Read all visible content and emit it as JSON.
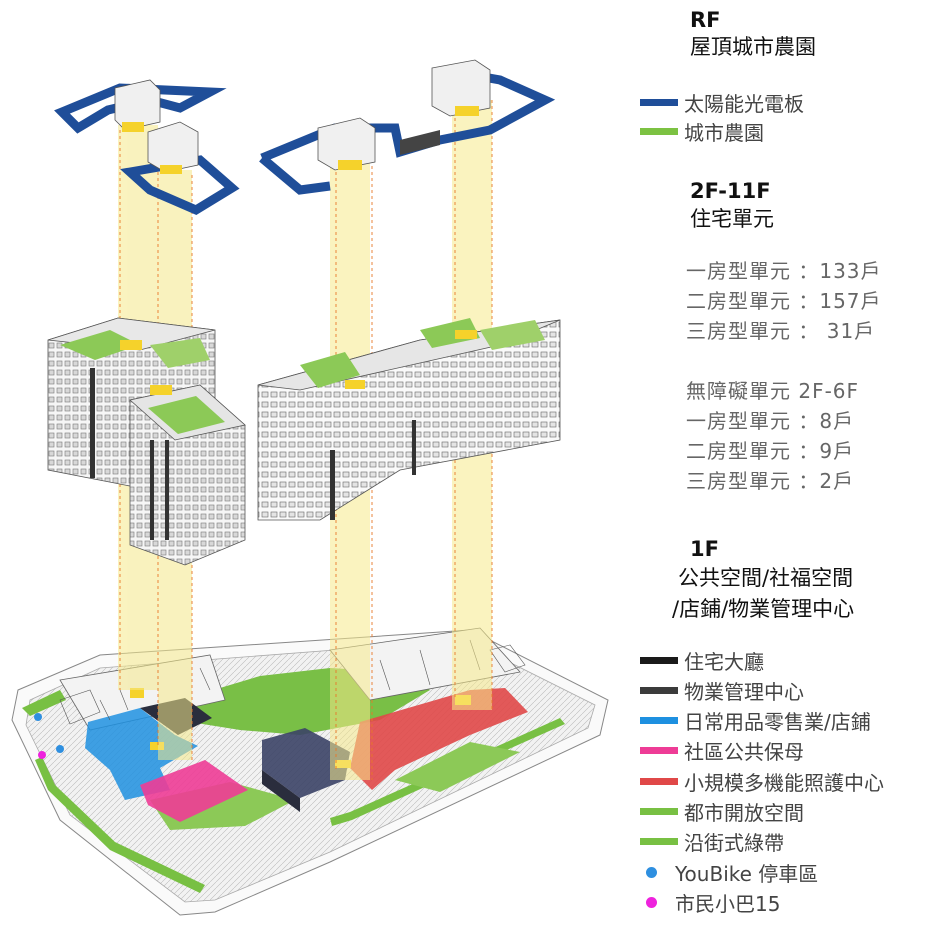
{
  "roof": {
    "title": "RF",
    "subtitle": "屋頂城市農園",
    "legend": [
      {
        "label": "太陽能光電板",
        "color": "#1f4e99"
      },
      {
        "label": "城市農園",
        "color": "#7cc242"
      }
    ]
  },
  "residential": {
    "title": "2F-11F",
    "subtitle": "住宅單元",
    "units": [
      "一房型單元 ：133戶",
      "二房型單元 ：157戶",
      "三房型單元 ：  31戶"
    ],
    "accessible_title": "無障礙單元  2F-6F",
    "accessible_units": [
      "一房型單元 ：8戶",
      "二房型單元 ：9戶",
      "三房型單元 ：2戶"
    ]
  },
  "ground": {
    "title": "1F",
    "subtitle_line1": "公共空間/社福空間",
    "subtitle_line2": "/店鋪/物業管理中心",
    "legend": [
      {
        "label": "住宅大廳",
        "color": "#1a1a1a",
        "shape": "bar"
      },
      {
        "label": "物業管理中心",
        "color": "#3b3b3b",
        "shape": "bar"
      },
      {
        "label": "日常用品零售業/店鋪",
        "color": "#1e90e0",
        "shape": "bar"
      },
      {
        "label": "社區公共保母",
        "color": "#ee3c96",
        "shape": "bar"
      },
      {
        "label": "小規模多機能照護中心",
        "color": "#e04848",
        "shape": "bar"
      },
      {
        "label": "都市開放空間",
        "color": "#78c043",
        "shape": "bar"
      },
      {
        "label": "沿街式綠帶",
        "color": "#78c043",
        "shape": "bar"
      },
      {
        "label": "YouBike 停車區",
        "color": "#2e8fe0",
        "shape": "dot"
      },
      {
        "label": "市民小巴15",
        "color": "#ee22dd",
        "shape": "dot"
      }
    ]
  }
}
